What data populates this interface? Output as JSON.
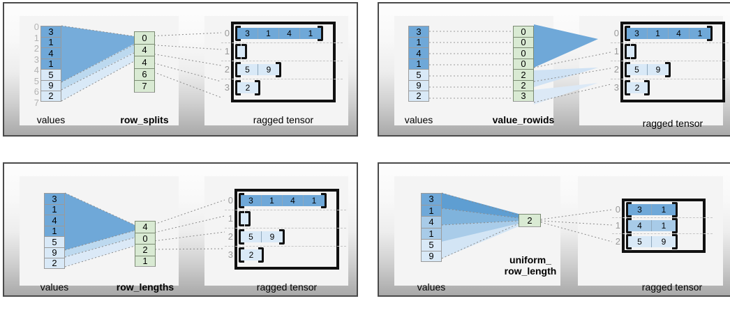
{
  "colors": {
    "value_dark": "#6fa8d8",
    "value_mid": "#a8cbe8",
    "value_light": "#d9e9f7",
    "index_green": "#d9ead3",
    "panel_border": "#4a4a4a",
    "bracket": "#111111",
    "tick_label": "#9a9a9a",
    "dashed_guide": "#c4c4c4"
  },
  "labels": {
    "values": "values",
    "ragged_tensor": "ragged tensor",
    "row_splits": "row_splits",
    "value_rowids": "value_rowids",
    "row_lengths": "row_lengths",
    "uniform_row_length": "uniform_\nrow_length"
  },
  "panels": [
    {
      "id": "row-splits",
      "encoding_name": "row_splits",
      "values": [
        "3",
        "1",
        "4",
        "1",
        "5",
        "9",
        "2"
      ],
      "value_shades": [
        "dark",
        "dark",
        "dark",
        "dark",
        "light",
        "light",
        "light"
      ],
      "value_boundary_indices": [
        "0",
        "1",
        "2",
        "3",
        "4",
        "5",
        "6",
        "7"
      ],
      "encoding_values": [
        "0",
        "4",
        "4",
        "6",
        "7"
      ],
      "ragged_row_indices": [
        "0",
        "1",
        "2",
        "3"
      ],
      "ragged_rows": [
        {
          "index": "0",
          "cells": [
            "3",
            "1",
            "4",
            "1"
          ],
          "shade": "dark"
        },
        {
          "index": "1",
          "cells": [],
          "shade": "light"
        },
        {
          "index": "2",
          "cells": [
            "5",
            "9"
          ],
          "shade": "light"
        },
        {
          "index": "3",
          "cells": [
            "2"
          ],
          "shade": "light"
        }
      ]
    },
    {
      "id": "value-rowids",
      "encoding_name": "value_rowids",
      "values": [
        "3",
        "1",
        "4",
        "1",
        "5",
        "9",
        "2"
      ],
      "value_shades": [
        "dark",
        "dark",
        "dark",
        "dark",
        "light",
        "light",
        "light"
      ],
      "value_boundary_indices": [],
      "encoding_values": [
        "0",
        "0",
        "0",
        "0",
        "2",
        "2",
        "3"
      ],
      "ragged_row_indices": [
        "0",
        "1",
        "2",
        "3"
      ],
      "ragged_rows": [
        {
          "index": "0",
          "cells": [
            "3",
            "1",
            "4",
            "1"
          ],
          "shade": "dark"
        },
        {
          "index": "1",
          "cells": [],
          "shade": "light"
        },
        {
          "index": "2",
          "cells": [
            "5",
            "9"
          ],
          "shade": "light"
        },
        {
          "index": "3",
          "cells": [
            "2"
          ],
          "shade": "light"
        }
      ]
    },
    {
      "id": "row-lengths",
      "encoding_name": "row_lengths",
      "values": [
        "3",
        "1",
        "4",
        "1",
        "5",
        "9",
        "2"
      ],
      "value_shades": [
        "dark",
        "dark",
        "dark",
        "dark",
        "light",
        "light",
        "light"
      ],
      "value_boundary_indices": [],
      "encoding_values": [
        "4",
        "0",
        "2",
        "1"
      ],
      "ragged_row_indices": [
        "0",
        "1",
        "2",
        "3"
      ],
      "ragged_rows": [
        {
          "index": "0",
          "cells": [
            "3",
            "1",
            "4",
            "1"
          ],
          "shade": "dark"
        },
        {
          "index": "1",
          "cells": [],
          "shade": "light"
        },
        {
          "index": "2",
          "cells": [
            "5",
            "9"
          ],
          "shade": "light"
        },
        {
          "index": "3",
          "cells": [
            "2"
          ],
          "shade": "light"
        }
      ]
    },
    {
      "id": "uniform-row-length",
      "encoding_name": "uniform_\nrow_length",
      "values": [
        "3",
        "1",
        "4",
        "1",
        "5",
        "9"
      ],
      "value_shades": [
        "dark",
        "dark",
        "mid",
        "mid",
        "light",
        "light"
      ],
      "value_boundary_indices": [],
      "encoding_values": [
        "2"
      ],
      "ragged_row_indices": [
        "0",
        "1",
        "2"
      ],
      "ragged_rows": [
        {
          "index": "0",
          "cells": [
            "3",
            "1"
          ],
          "shade": "dark"
        },
        {
          "index": "1",
          "cells": [
            "4",
            "1"
          ],
          "shade": "mid"
        },
        {
          "index": "2",
          "cells": [
            "5",
            "9"
          ],
          "shade": "light"
        }
      ]
    }
  ]
}
